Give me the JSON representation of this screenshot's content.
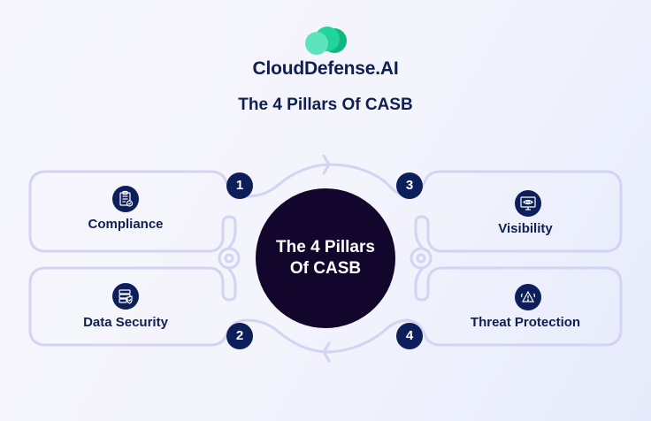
{
  "brand": {
    "name": "CloudDefense.AI",
    "logo_icon": "cloud-logo-icon",
    "logo_colors": [
      "#5ce5bd",
      "#22d39a",
      "#12b67f"
    ]
  },
  "title": "The 4 Pillars Of CASB",
  "center": {
    "label": "The 4 Pillars Of CASB",
    "color": "#12062c"
  },
  "colors": {
    "primary_text": "#0f1f4f",
    "badge": "#0c1f5a",
    "outline": "#d3d3f3"
  },
  "pillars": [
    {
      "number": "1",
      "label": "Compliance",
      "icon": "clipboard-check-icon",
      "position": "top-left"
    },
    {
      "number": "2",
      "label": "Data Security",
      "icon": "server-shield-icon",
      "position": "bottom-left"
    },
    {
      "number": "3",
      "label": "Visibility",
      "icon": "monitor-eye-icon",
      "position": "top-right"
    },
    {
      "number": "4",
      "label": "Threat Protection",
      "icon": "warning-triangle-icon",
      "position": "bottom-right"
    }
  ]
}
